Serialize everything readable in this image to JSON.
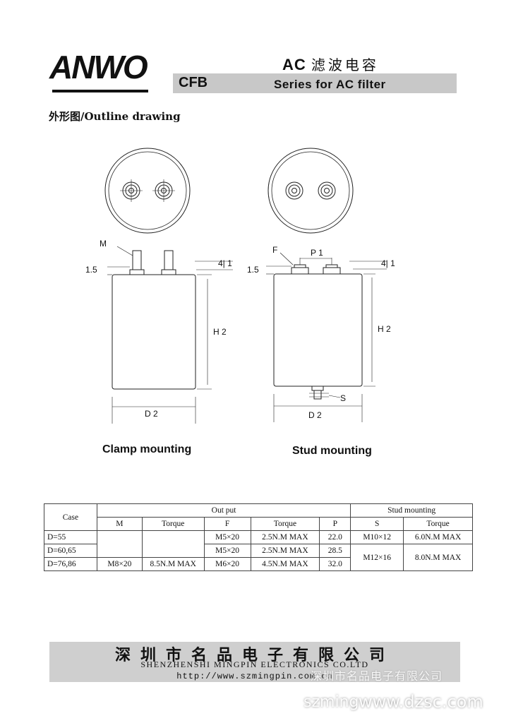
{
  "header": {
    "logo_text": "ANWO",
    "title_ac": "AC",
    "title_cn": "滤波电容",
    "code": "CFB",
    "series": "Series for AC filter"
  },
  "section_title": "外形图/Outline drawing",
  "drawing": {
    "left": {
      "label_m": "M",
      "label_15": "1.5",
      "label_41": "4| 1",
      "label_h2": "H 2",
      "label_d2": "D 2"
    },
    "right": {
      "label_f": "F",
      "label_p1": "P 1",
      "label_15": "1.5",
      "label_41": "4| 1",
      "label_h2": "H 2",
      "label_s": "S",
      "label_d2": "D 2"
    },
    "caption_left": "Clamp mounting",
    "caption_right": "Stud mounting"
  },
  "table": {
    "case_header": "Case",
    "output_header": "Out put",
    "stud_header": "Stud mounting",
    "sub_headers": [
      "M",
      "Torque",
      "F",
      "Torque",
      "P",
      "S",
      "Torque"
    ],
    "rows": [
      {
        "case": "D=55",
        "f": "M5×20",
        "f_torque": "2.5N.M MAX",
        "p": "22.0"
      },
      {
        "case": "D=60,65",
        "f": "M5×20",
        "f_torque": "2.5N.M MAX",
        "p": "28.5"
      },
      {
        "case": "D=76,86",
        "m": "M8×20",
        "m_torque": "8.5N.M MAX",
        "f": "M6×20",
        "f_torque": "4.5N.M MAX",
        "p": "32.0"
      }
    ],
    "stud": [
      {
        "s": "M10×12",
        "torque": "6.0N.M MAX"
      },
      {
        "s": "M12×16",
        "torque": "8.0N.M MAX"
      }
    ]
  },
  "footer": {
    "company_cn": "深圳市名品电子有限公司",
    "company_en": "SHENZHENSHI MINGPIN ELECTRONICS CO.LTD",
    "url": "http://www.szmingpin.com.cn"
  },
  "watermark": {
    "company": "深圳市名品电子有限公司",
    "left": "szming",
    "site": "www.dzsc.com"
  }
}
